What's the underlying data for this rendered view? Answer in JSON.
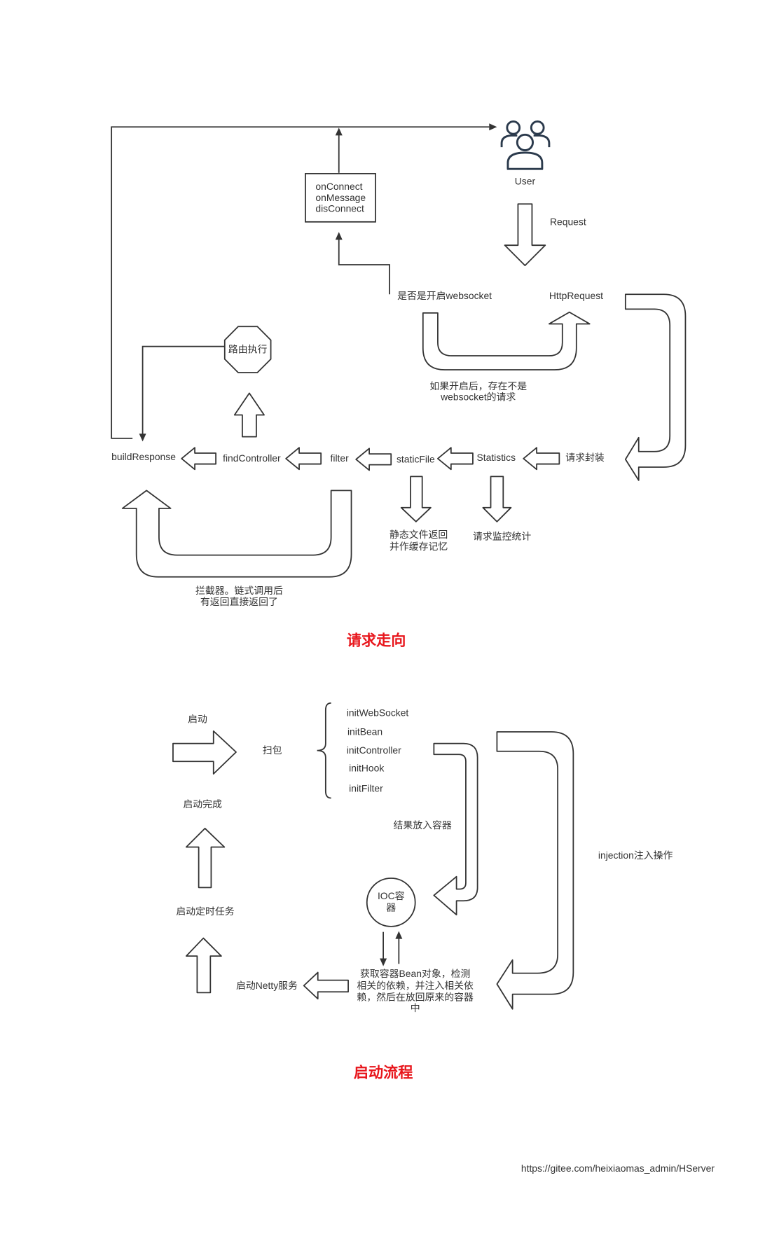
{
  "colors": {
    "title": "#e8151b",
    "stroke": "#333333",
    "text": "#333333"
  },
  "request_flow": {
    "title": "请求走向",
    "user": "User",
    "request": "Request",
    "http_request": "HttpRequest",
    "websocket_check": "是否是开启websocket",
    "websocket_box": [
      "onConnect",
      "onMessage",
      "disConnect"
    ],
    "websocket_loop_note": [
      "如果开启后，存在不是",
      "websocket的请求"
    ],
    "router": "路由执行",
    "request_wrap": "请求封装",
    "pipeline": {
      "statistics": "Statistics",
      "static_file": "staticFile",
      "filter": "filter",
      "find_controller": "findController",
      "build_response": "buildResponse"
    },
    "static_file_note": [
      "静态文件返回",
      "并作缓存记忆"
    ],
    "statistics_note": "请求监控统计",
    "interceptor_note": [
      "拦截器。链式调用后",
      "有返回直接返回了"
    ]
  },
  "startup_flow": {
    "title": "启动流程",
    "start": "启动",
    "scan": "扫包",
    "init_steps": [
      "initWebSocket",
      "initBean",
      "initController",
      "initHook",
      "initFilter"
    ],
    "store_result": "结果放入容器",
    "ioc_container": [
      "IOC容",
      "器"
    ],
    "injection": "injection注入操作",
    "inject_note": [
      "获取容器Bean对象，检测",
      "相关的依赖，并注入相关依",
      "赖，然后在放回原来的容器",
      "中"
    ],
    "start_netty": "启动Netty服务",
    "start_scheduled_tasks": "启动定时任务",
    "start_complete": "启动完成"
  },
  "footer": {
    "url": "https://gitee.com/heixiaomas_admin/HServer"
  }
}
